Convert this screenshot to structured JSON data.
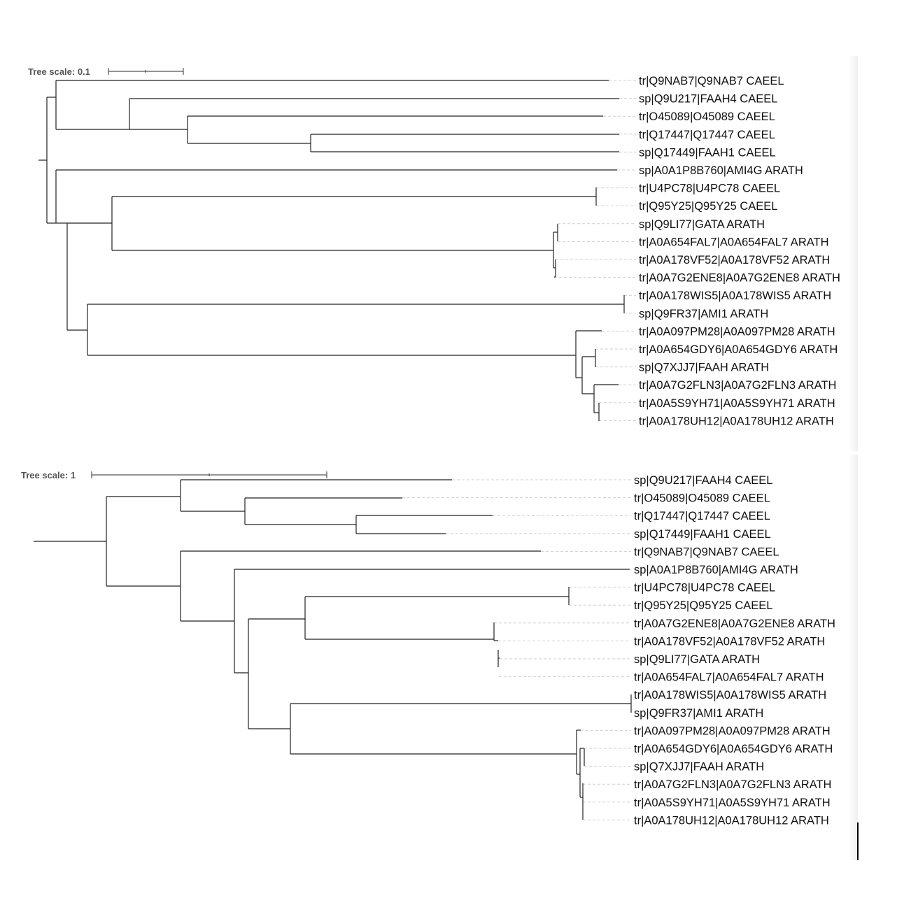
{
  "trees": [
    {
      "scale_label": "Tree scale: 0.1",
      "leaves": [
        "tr|Q9NAB7|Q9NAB7 CAEEL",
        "sp|Q9U217|FAAH4 CAEEL",
        "tr|O45089|O45089 CAEEL",
        "tr|Q17447|Q17447 CAEEL",
        "sp|Q17449|FAAH1 CAEEL",
        "sp|A0A1P8B760|AMI4G ARATH",
        "tr|U4PC78|U4PC78 CAEEL",
        "tr|Q95Y25|Q95Y25 CAEEL",
        "sp|Q9LI77|GATA ARATH",
        "tr|A0A654FAL7|A0A654FAL7 ARATH",
        "tr|A0A178VF52|A0A178VF52 ARATH",
        "tr|A0A7G2ENE8|A0A7G2ENE8 ARATH",
        "tr|A0A178WIS5|A0A178WIS5 ARATH",
        "sp|Q9FR37|AMI1 ARATH",
        "tr|A0A097PM28|A0A097PM28 ARATH",
        "tr|A0A654GDY6|A0A654GDY6 ARATH",
        "sp|Q7XJJ7|FAAH ARATH",
        "tr|A0A7G2FLN3|A0A7G2FLN3 ARATH",
        "tr|A0A5S9YH71|A0A5S9YH71 ARATH",
        "tr|A0A178UH12|A0A178UH12 ARATH"
      ]
    },
    {
      "scale_label": "Tree scale: 1",
      "leaves": [
        "sp|Q9U217|FAAH4 CAEEL",
        "tr|O45089|O45089 CAEEL",
        "tr|Q17447|Q17447 CAEEL",
        "sp|Q17449|FAAH1 CAEEL",
        "tr|Q9NAB7|Q9NAB7 CAEEL",
        "sp|A0A1P8B760|AMI4G ARATH",
        "tr|U4PC78|U4PC78 CAEEL",
        "tr|Q95Y25|Q95Y25 CAEEL",
        "tr|A0A7G2ENE8|A0A7G2ENE8 ARATH",
        "tr|A0A178VF52|A0A178VF52 ARATH",
        "sp|Q9LI77|GATA ARATH",
        "tr|A0A654FAL7|A0A654FAL7 ARATH",
        "tr|A0A178WIS5|A0A178WIS5 ARATH",
        "sp|Q9FR37|AMI1 ARATH",
        "tr|A0A097PM28|A0A097PM28 ARATH",
        "tr|A0A654GDY6|A0A654GDY6 ARATH",
        "sp|Q7XJJ7|FAAH ARATH",
        "tr|A0A7G2FLN3|A0A7G2FLN3 ARATH",
        "tr|A0A5S9YH71|A0A5S9YH71 ARATH",
        "tr|A0A178UH12|A0A178UH12 ARATH"
      ]
    }
  ]
}
